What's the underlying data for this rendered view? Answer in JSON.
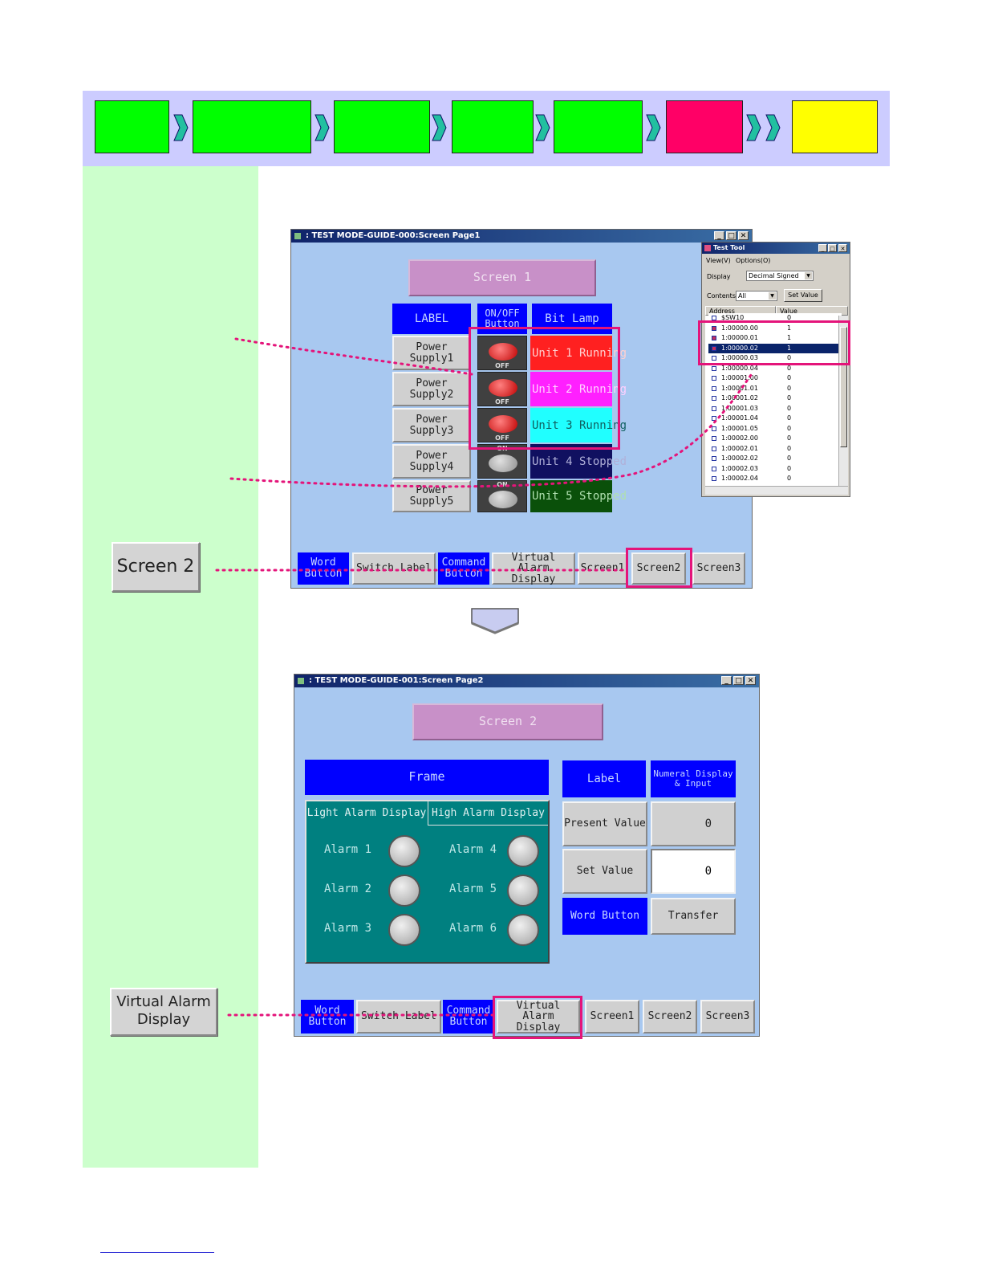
{
  "steps": [
    {
      "color": "#00ff00"
    },
    {
      "color": "#00ff00"
    },
    {
      "color": "#00ff00"
    },
    {
      "color": "#00ff00"
    },
    {
      "color": "#00ff00"
    },
    {
      "color": "#ff0066"
    },
    {
      "color": "#ffff00"
    }
  ],
  "callouts": {
    "screen2": "Screen 2",
    "virtual_alarm_line1": "Virtual Alarm",
    "virtual_alarm_line2": "Display"
  },
  "window1": {
    "title": ": TEST MODE-GUIDE-000:Screen Page1",
    "screen_title": "Screen 1",
    "headers": {
      "label": "LABEL",
      "onoff_line1": "ON/OFF",
      "onoff_line2": "Button",
      "bitlamp": "Bit Lamp"
    },
    "rows": [
      {
        "label": "Power Supply1",
        "state": "OFF",
        "lamp": "Unit 1 Running",
        "lamp_color": "#ff2020"
      },
      {
        "label": "Power Supply2",
        "state": "OFF",
        "lamp": "Unit 2 Running",
        "lamp_color": "#ff20ff"
      },
      {
        "label": "Power Supply3",
        "state": "OFF",
        "lamp": "Unit 3 Running",
        "lamp_color": "#20ffff"
      },
      {
        "label": "Power Supply4",
        "state": "ON",
        "lamp": "Unit 4 Stopped",
        "lamp_color": "#101060"
      },
      {
        "label": "Power Supply5",
        "state": "ON",
        "lamp": "Unit 5 Stopped",
        "lamp_color": "#0a500a"
      }
    ],
    "nav": {
      "word_l1": "Word",
      "word_l2": "Button",
      "switch": "Switch Label",
      "command_l1": "Command",
      "command_l2": "Button",
      "virtual_l1": "Virtual Alarm",
      "virtual_l2": "Display",
      "screen1": "Screen1",
      "screen2": "Screen2",
      "screen3": "Screen3"
    }
  },
  "testtool": {
    "title": "Test Tool",
    "menu_view": "View(V)",
    "menu_options": "Options(O)",
    "display_label": "Display",
    "display_value": "Decimal Signed",
    "contents_label": "Contents",
    "contents_value": "All",
    "set_value": "Set Value",
    "col_address": "Address",
    "col_value": "Value",
    "rows": [
      {
        "addr": "$SW10",
        "val": "0"
      },
      {
        "addr": "1:00000.00",
        "val": "1"
      },
      {
        "addr": "1:00000.01",
        "val": "1"
      },
      {
        "addr": "1:00000.02",
        "val": "1"
      },
      {
        "addr": "1:00000.03",
        "val": "0"
      },
      {
        "addr": "1:00000.04",
        "val": "0"
      },
      {
        "addr": "1:00001.00",
        "val": "0"
      },
      {
        "addr": "1:00001.01",
        "val": "0"
      },
      {
        "addr": "1:00001.02",
        "val": "0"
      },
      {
        "addr": "1:00001.03",
        "val": "0"
      },
      {
        "addr": "1:00001.04",
        "val": "0"
      },
      {
        "addr": "1:00001.05",
        "val": "0"
      },
      {
        "addr": "1:00002.00",
        "val": "0"
      },
      {
        "addr": "1:00002.01",
        "val": "0"
      },
      {
        "addr": "1:00002.02",
        "val": "0"
      },
      {
        "addr": "1:00002.03",
        "val": "0"
      },
      {
        "addr": "1:00002.04",
        "val": "0"
      }
    ]
  },
  "window2": {
    "title": ": TEST MODE-GUIDE-001:Screen Page2",
    "screen_title": "Screen 2",
    "frame": "Frame",
    "tab_light": "Light Alarm Display",
    "tab_high": "High Alarm Display",
    "alarms": [
      "Alarm 1",
      "Alarm 2",
      "Alarm 3",
      "Alarm 4",
      "Alarm 5",
      "Alarm 6"
    ],
    "label_hdr": "Label",
    "numeral_l1": "Numeral Display",
    "numeral_l2": "& Input",
    "present_value": "Present Value",
    "present_num": "0",
    "set_value": "Set Value",
    "set_num": "0",
    "word_button": "Word Button",
    "transfer": "Transfer",
    "nav": {
      "word_l1": "Word",
      "word_l2": "Button",
      "switch": "Switch Label",
      "command_l1": "Command",
      "command_l2": "Button",
      "virtual_l1": "Virtual Alarm",
      "virtual_l2": "Display",
      "screen1": "Screen1",
      "screen2": "Screen2",
      "screen3": "Screen3"
    }
  }
}
